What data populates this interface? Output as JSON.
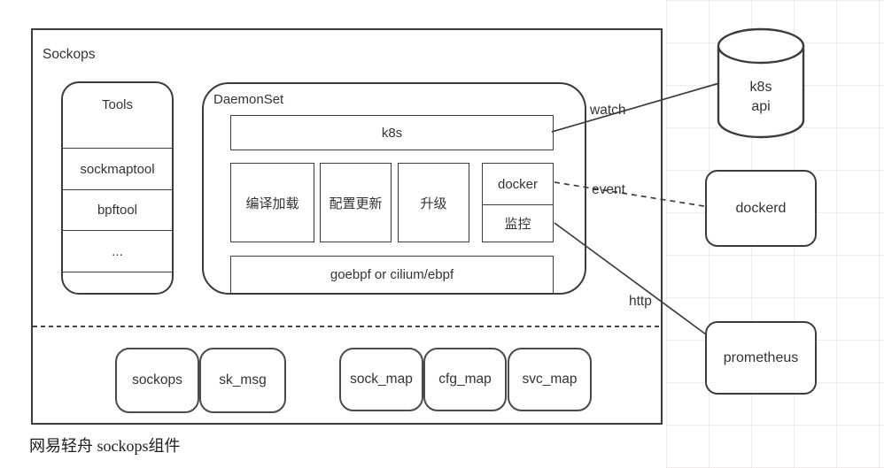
{
  "diagram": {
    "title": "Sockops",
    "tools": {
      "title": "Tools",
      "items": [
        "sockmaptool",
        "bpftool",
        "..."
      ]
    },
    "daemonset": {
      "title": "DaemonSet",
      "k8s_bar": "k8s",
      "modules": [
        "编译加载",
        "配置更新",
        "升级"
      ],
      "docker": "docker",
      "monitor": "监控",
      "ebpf_bar": "goebpf or cilium/ebpf"
    },
    "ebpf_programs": [
      "sockops",
      "sk_msg"
    ],
    "ebpf_maps": [
      "sock_map",
      "cfg_map",
      "svc_map"
    ],
    "external": {
      "k8s_api_line1": "k8s",
      "k8s_api_line2": "api",
      "dockerd": "dockerd",
      "prometheus": "prometheus"
    },
    "edge_labels": {
      "watch": "watch",
      "event": "event",
      "http": "http"
    },
    "caption": "网易轻舟 sockops组件",
    "colors": {
      "stroke": "#3c3c3c",
      "text": "#333333",
      "background": "#ffffff",
      "grid": "#f0e4e6"
    }
  }
}
